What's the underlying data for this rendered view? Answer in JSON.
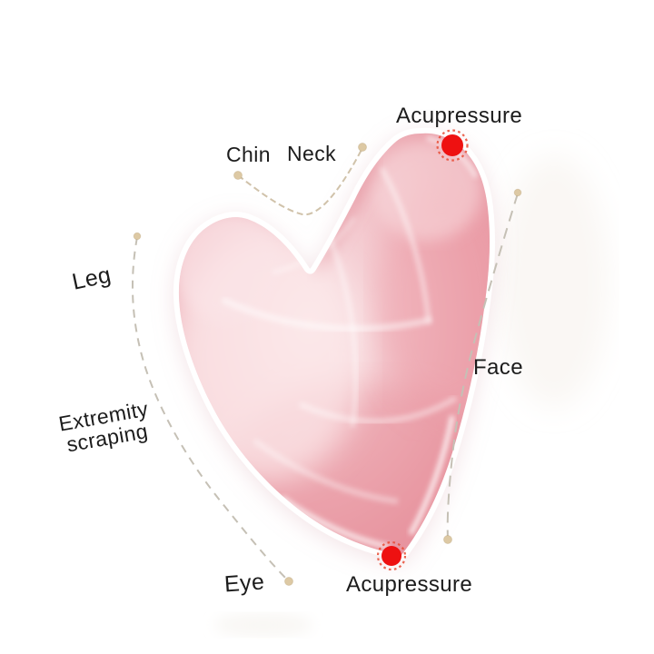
{
  "labels": {
    "acupressure_top": "Acupressure",
    "chin": "Chin",
    "neck": "Neck",
    "leg": "Leg",
    "face": "Face",
    "extremity_line1": "Extremity",
    "extremity_line2": "scraping",
    "eye": "Eye",
    "acupressure_bottom": "Acupressure"
  },
  "colors": {
    "background": "#ffffff",
    "text": "#1c1c1c",
    "red_point": "#ee1111",
    "red_point_ring": "#e84a33",
    "leader_line_tan": "#d0c2aa",
    "leader_line_gray": "#c5c0b5",
    "leader_end_dot": "#ddc9a4",
    "stone_core": "#fae6e8",
    "stone_mid": "#f3c7cd",
    "stone_edge": "#eba6af",
    "stone_deep": "#e58f9c"
  }
}
